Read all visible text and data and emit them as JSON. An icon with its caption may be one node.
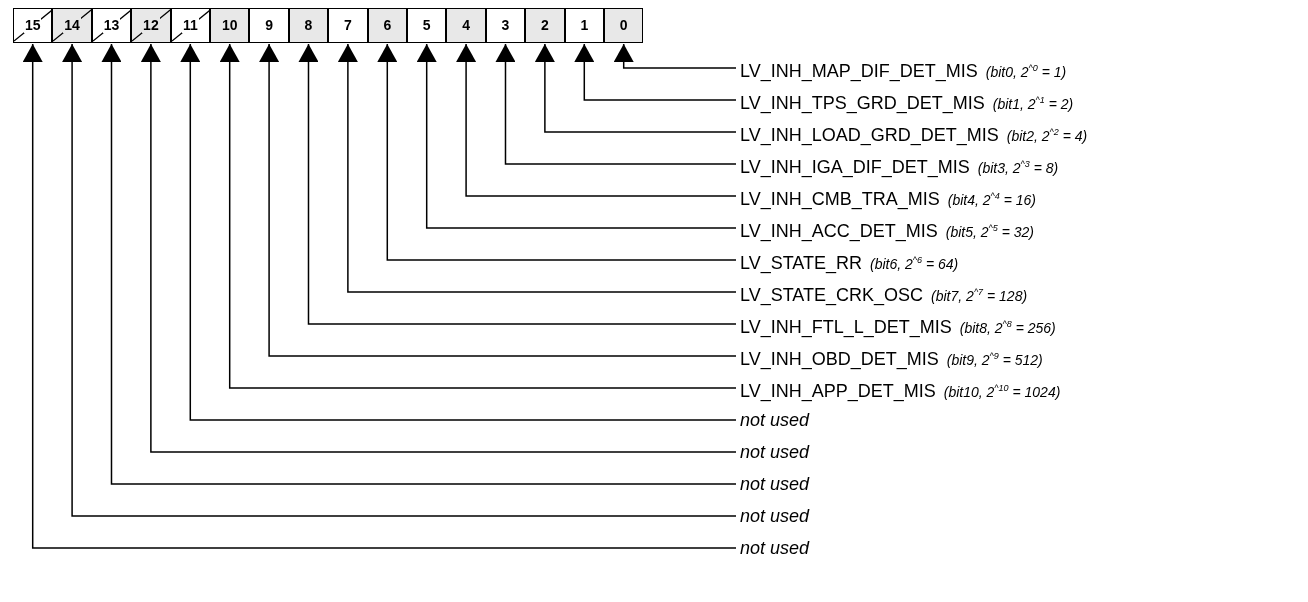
{
  "diagram": {
    "nodes": [
      {
        "text": [
          "15"
        ]
      },
      {
        "text": [
          "14"
        ]
      },
      {
        "text": [
          "13"
        ]
      },
      {
        "text": [
          "12"
        ]
      },
      {
        "text": [
          "11"
        ]
      },
      {
        "text": [
          "10"
        ]
      },
      {
        "text": [
          "9"
        ]
      },
      {
        "text": [
          "8"
        ]
      },
      {
        "text": [
          "7"
        ]
      },
      {
        "text": [
          "6"
        ]
      },
      {
        "text": [
          "5"
        ]
      },
      {
        "text": [
          "4"
        ]
      },
      {
        "text": [
          "3"
        ]
      },
      {
        "text": [
          "2"
        ]
      },
      {
        "text": [
          "1"
        ]
      },
      {
        "text": [
          "0"
        ]
      },
      {
        "text": [
          "LV_INH_MAP_DIF_DET_MIS",
          "(bit0, 2$^{^0}$ = 1)"
        ]
      },
      {
        "text": [
          "LV_INH_TPS_GRD_DET_MIS",
          "(bit1, 2$^{^1}$ = 2)"
        ]
      },
      {
        "text": [
          "LV_INH_LOAD_GRD_DET_MIS",
          "(bit2, 2$^{^2}$ = 4)"
        ]
      },
      {
        "text": [
          "LV_INH_IGA_DIF_DET_MIS",
          "(bit3, 2$^{^3}$ = 8)"
        ]
      },
      {
        "text": [
          "LV_INH_CMB_TRA_MIS",
          "(bit4, 2$^{^4}$ = 16)"
        ]
      },
      {
        "text": [
          "LV_INH_ACC_DET_MIS",
          "(bit5, 2$^{^5}$ = 32)"
        ]
      },
      {
        "text": [
          "LV_STATE_RR",
          "(bit6, 2$^{^6}$ = 64)"
        ]
      },
      {
        "text": [
          "LV_STATE_CRK_OSC",
          "(bit7, 2$^{^7}$ = 128)"
        ]
      },
      {
        "text": [
          "LV_INH_FTL_L_DET_MIS",
          "(bit8, 2$^{^8}$ = 256)"
        ]
      },
      {
        "text": [
          "LV_INH_OBD_DET_MIS",
          "(bit9, 2$^{^9}$ = 512)"
        ]
      },
      {
        "text": [
          "LV_INH_APP_DET_MIS",
          "(bit10, 2$^{^10}$ = 1024)"
        ]
      },
      {
        "text": [
          "not used"
        ]
      },
      {
        "text": [
          "not used"
        ]
      },
      {
        "text": [
          "not used"
        ]
      },
      {
        "text": [
          "not used"
        ]
      },
      {
        "text": [
          "not used"
        ]
      }
    ],
    "edges": [
      {
        "from": 16,
        "to": 15,
        "arrow": "to"
      },
      {
        "from": 17,
        "to": 14,
        "arrow": "to"
      },
      {
        "from": 18,
        "to": 13,
        "arrow": "to"
      },
      {
        "from": 19,
        "to": 12,
        "arrow": "to"
      },
      {
        "from": 20,
        "to": 11,
        "arrow": "to"
      },
      {
        "from": 21,
        "to": 10,
        "arrow": "to"
      },
      {
        "from": 22,
        "to": 9,
        "arrow": "to"
      },
      {
        "from": 23,
        "to": 8,
        "arrow": "to"
      },
      {
        "from": 24,
        "to": 7,
        "arrow": "to"
      },
      {
        "from": 25,
        "to": 6,
        "arrow": "to"
      },
      {
        "from": 26,
        "to": 5,
        "arrow": "to"
      },
      {
        "from": 27,
        "to": 4,
        "arrow": "to"
      },
      {
        "from": 28,
        "to": 3,
        "arrow": "to"
      },
      {
        "from": 29,
        "to": 2,
        "arrow": "to"
      },
      {
        "from": 30,
        "to": 1,
        "arrow": "to"
      },
      {
        "from": 31,
        "to": 0,
        "arrow": "to"
      }
    ]
  }
}
